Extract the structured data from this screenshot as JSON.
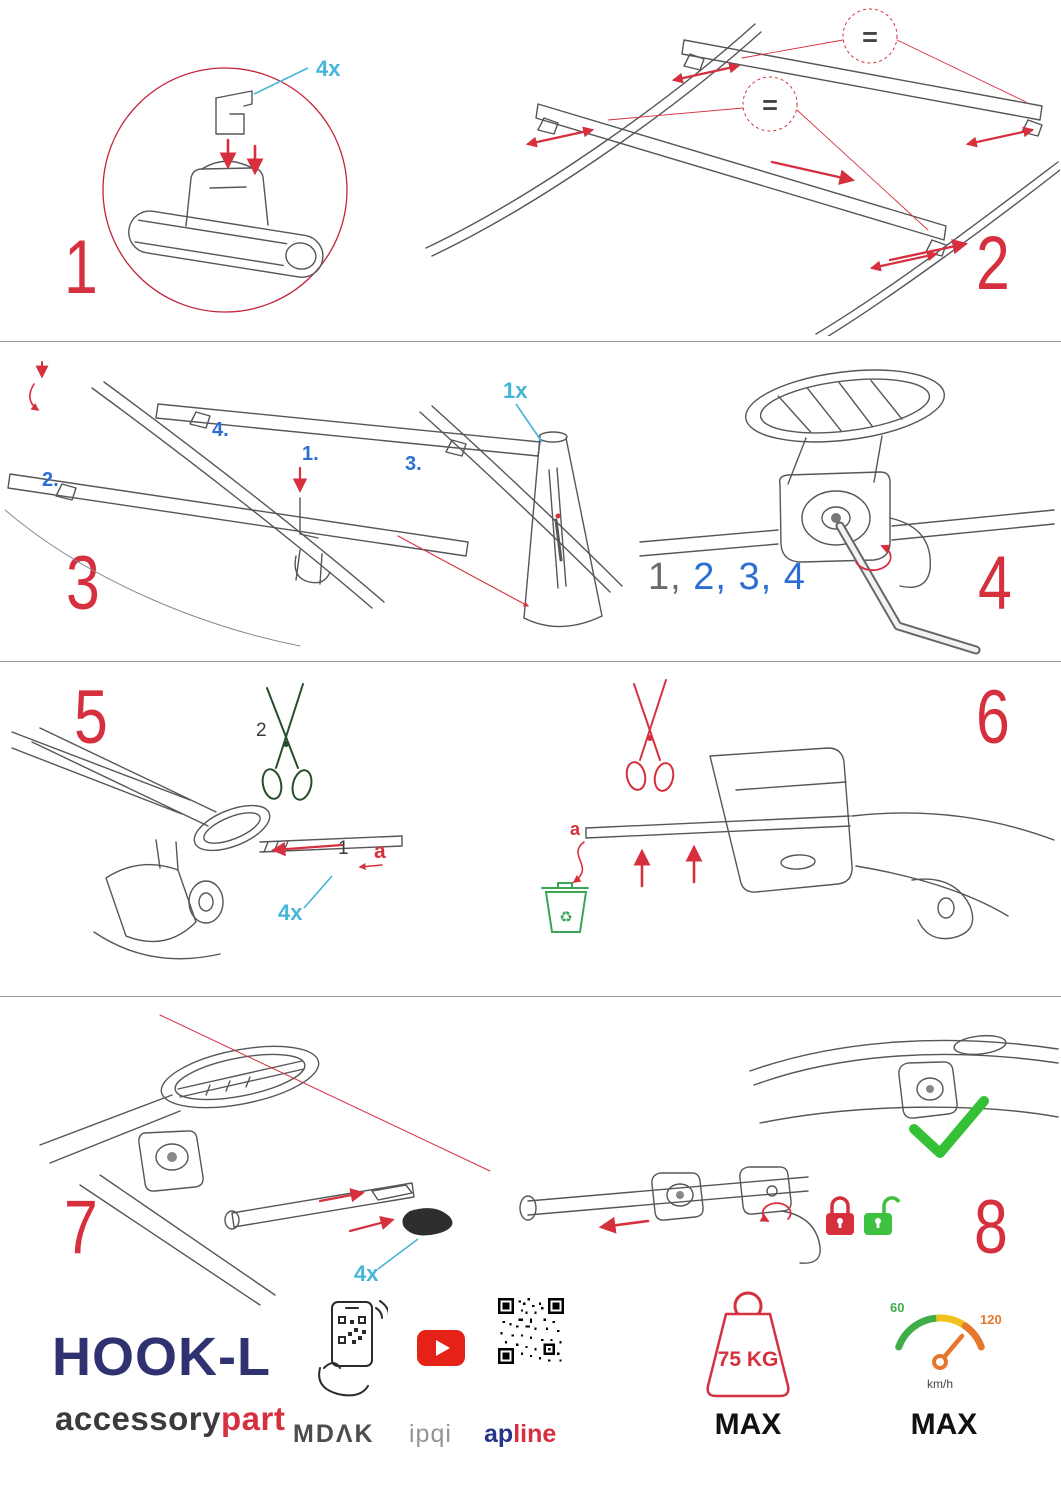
{
  "steps": {
    "s1": {
      "number": "1",
      "qty": "4x"
    },
    "s2": {
      "number": "2",
      "equal_top": "=",
      "equal_bottom": "="
    },
    "s3": {
      "number": "3",
      "qty": "1x",
      "sub1": "1.",
      "sub2": "2.",
      "sub3": "3.",
      "sub4": "4."
    },
    "s4": {
      "number": "4",
      "seq_first": "1,",
      "seq_rest": " 2, 3, 4"
    },
    "s5": {
      "number": "5",
      "qty": "4x",
      "cut_label": "2",
      "insert_label": "1",
      "a_label": "a"
    },
    "s6": {
      "number": "6",
      "a_label": "a",
      "recycle_glyph": "♻"
    },
    "s7": {
      "number": "7",
      "qty": "4x"
    },
    "s8": {
      "number": "8"
    }
  },
  "footer": {
    "product": "HOOK-L",
    "brand_left": "accessory",
    "brand_right": "part",
    "partner1": "MDΛK",
    "partner2": "ipqi",
    "partner3_left": "ap",
    "partner3_right": "line",
    "weight_value": "75 KG",
    "weight_max": "MAX",
    "speed_low": "60",
    "speed_high": "120",
    "speed_unit": "km/h",
    "speed_max": "MAX"
  },
  "colors": {
    "step_number_red": "#d6303f",
    "label_cyan": "#45b5d8",
    "substep_blue": "#2b6fd4",
    "check_green": "#35c135",
    "bin_green": "#3aa655",
    "scissors_green": "#254d2c",
    "logo_navy": "#2f3170",
    "brand_dark": "#3b3b3d",
    "brand_red": "#d6303f",
    "youtube_red": "#e62117",
    "gauge_green": "#3fae49",
    "gauge_yellow": "#f2c21c",
    "gauge_orange": "#e8772e"
  }
}
